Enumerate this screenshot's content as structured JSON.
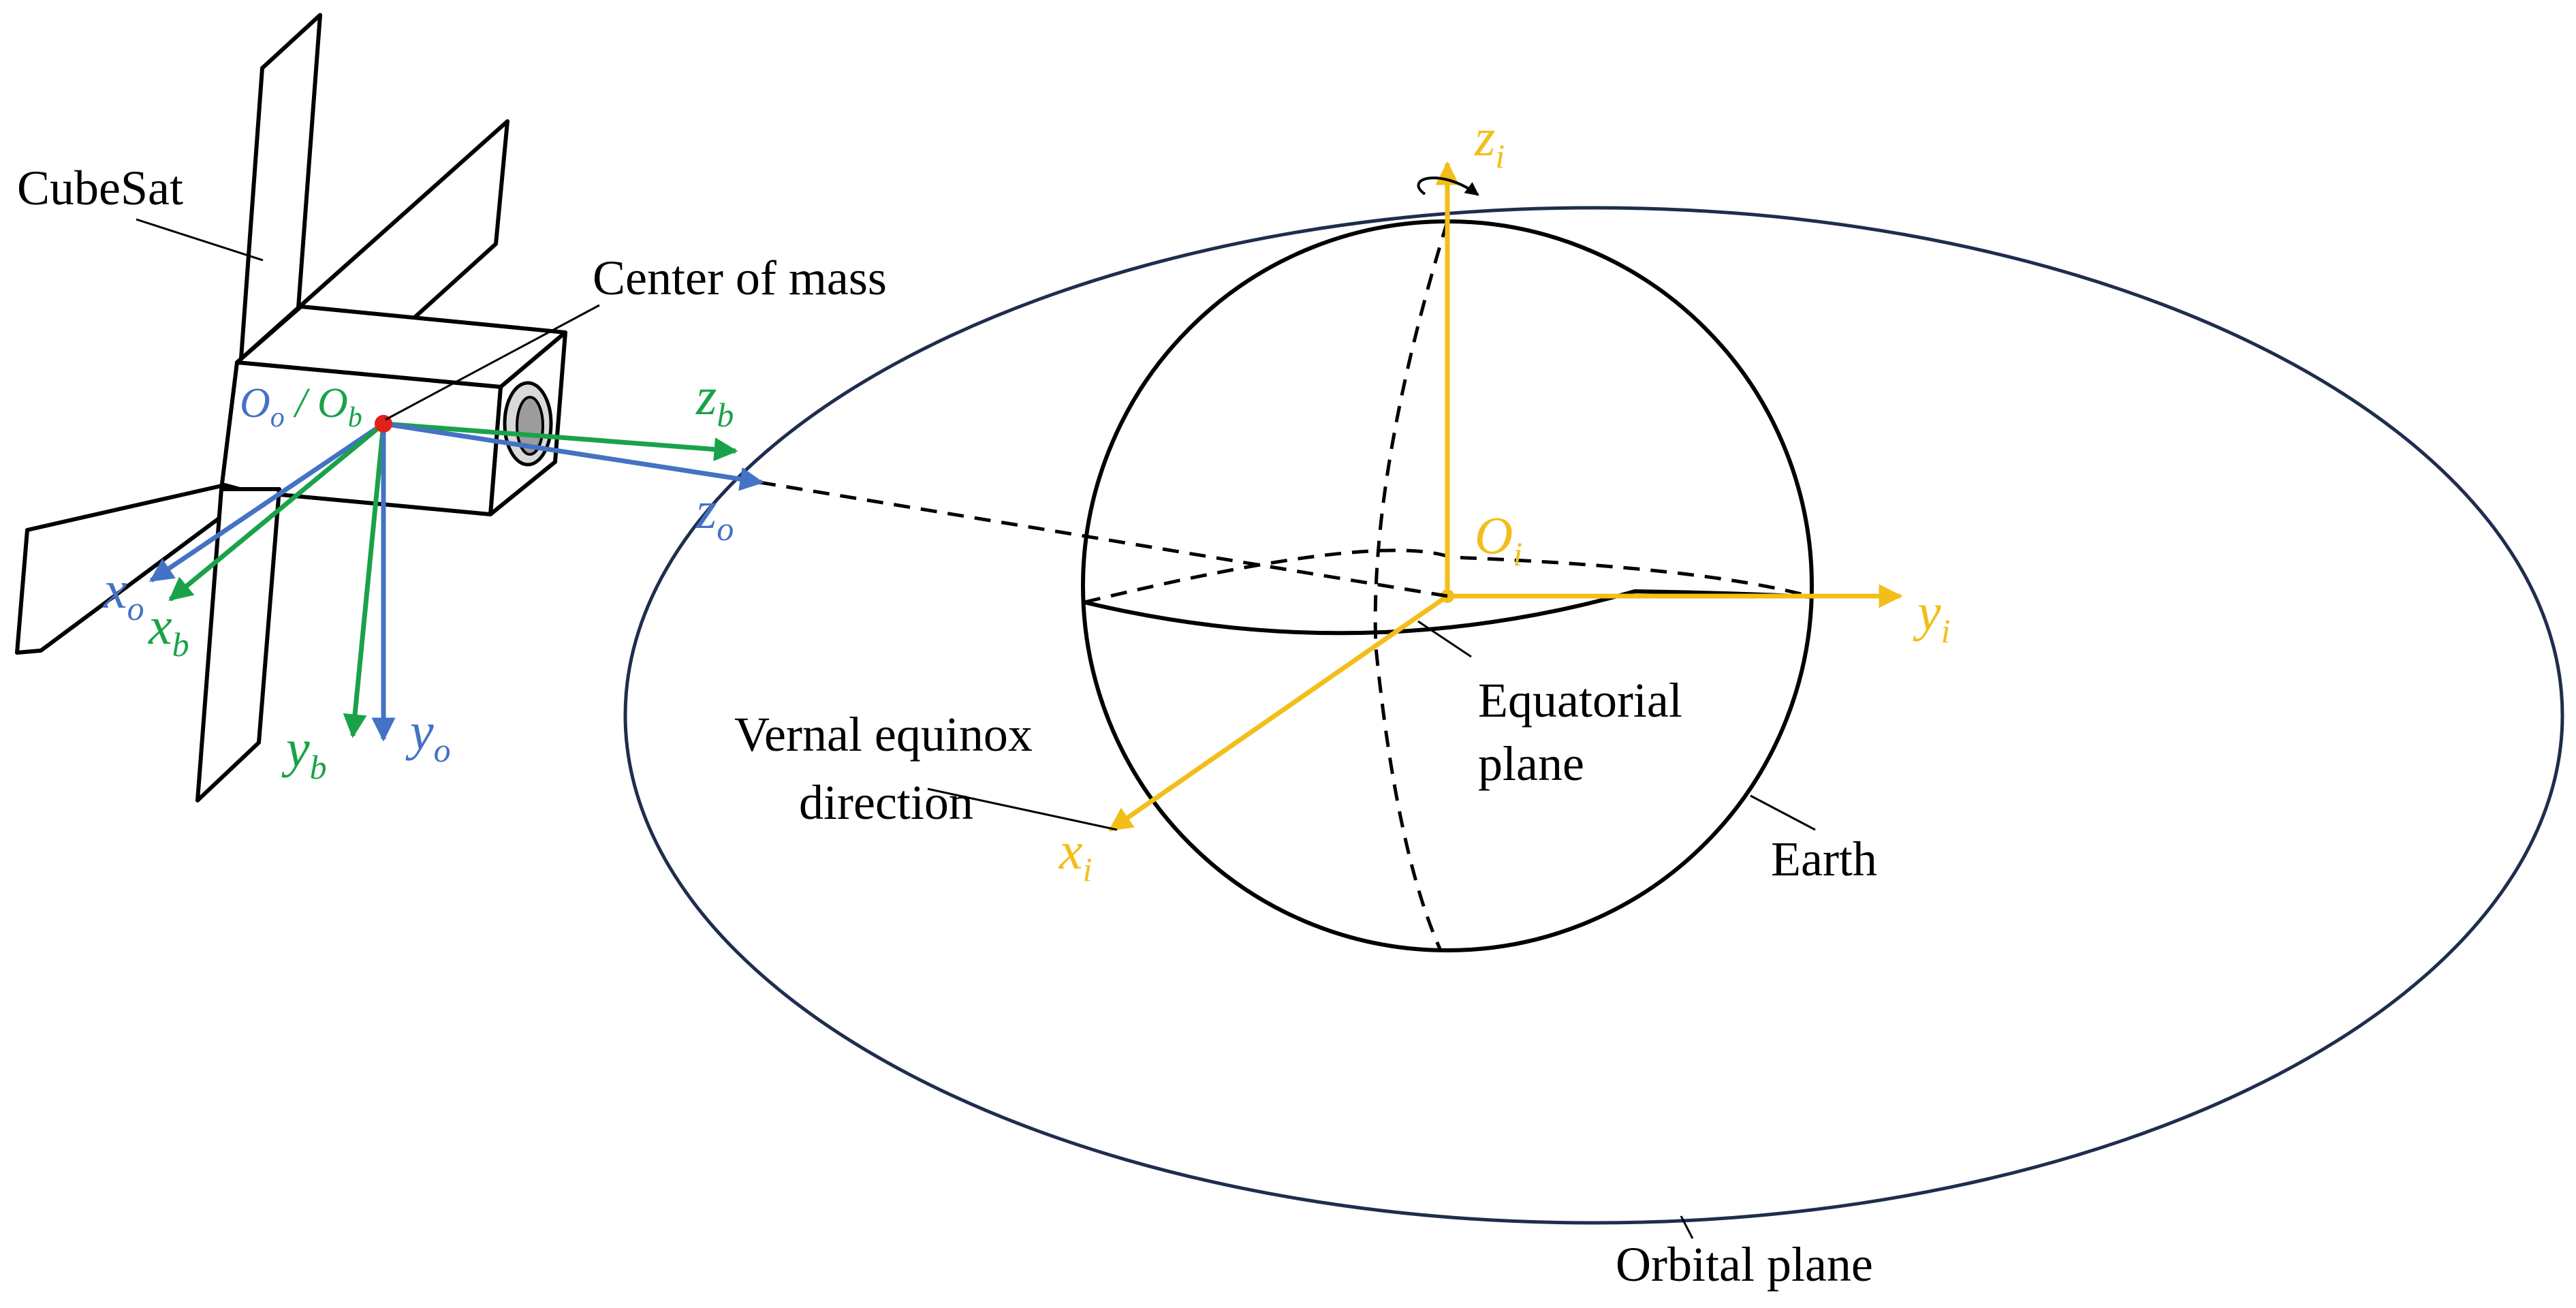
{
  "labels": {
    "cubesat": "CubeSat",
    "center_of_mass": "Center of mass",
    "vernal_equinox_line1": "Vernal equinox",
    "vernal_equinox_line2": "direction",
    "equatorial_line1": "Equatorial",
    "equatorial_line2": "plane",
    "earth": "Earth",
    "orbital_plane": "Orbital plane"
  },
  "axes": {
    "zi": {
      "base": "z",
      "sub": "i"
    },
    "yi": {
      "base": "y",
      "sub": "i"
    },
    "xi": {
      "base": "x",
      "sub": "i"
    },
    "Oi": {
      "base": "O",
      "sub": "i"
    },
    "zb": {
      "base": "z",
      "sub": "b"
    },
    "zo": {
      "base": "z",
      "sub": "o"
    },
    "xo": {
      "base": "x",
      "sub": "o"
    },
    "xb": {
      "base": "x",
      "sub": "b"
    },
    "yb": {
      "base": "y",
      "sub": "b"
    },
    "yo": {
      "base": "y",
      "sub": "o"
    },
    "origin_o": {
      "base": "O",
      "sub": "o"
    },
    "origin_sep": " / ",
    "origin_b": {
      "base": "O",
      "sub": "b"
    }
  },
  "colors": {
    "inertial": "#F2BE1A",
    "body": "#1AA24A",
    "orbital": "#4472C4",
    "orbit": "#1F2D4E",
    "com_dot": "#E0201A",
    "outline": "#000000"
  }
}
